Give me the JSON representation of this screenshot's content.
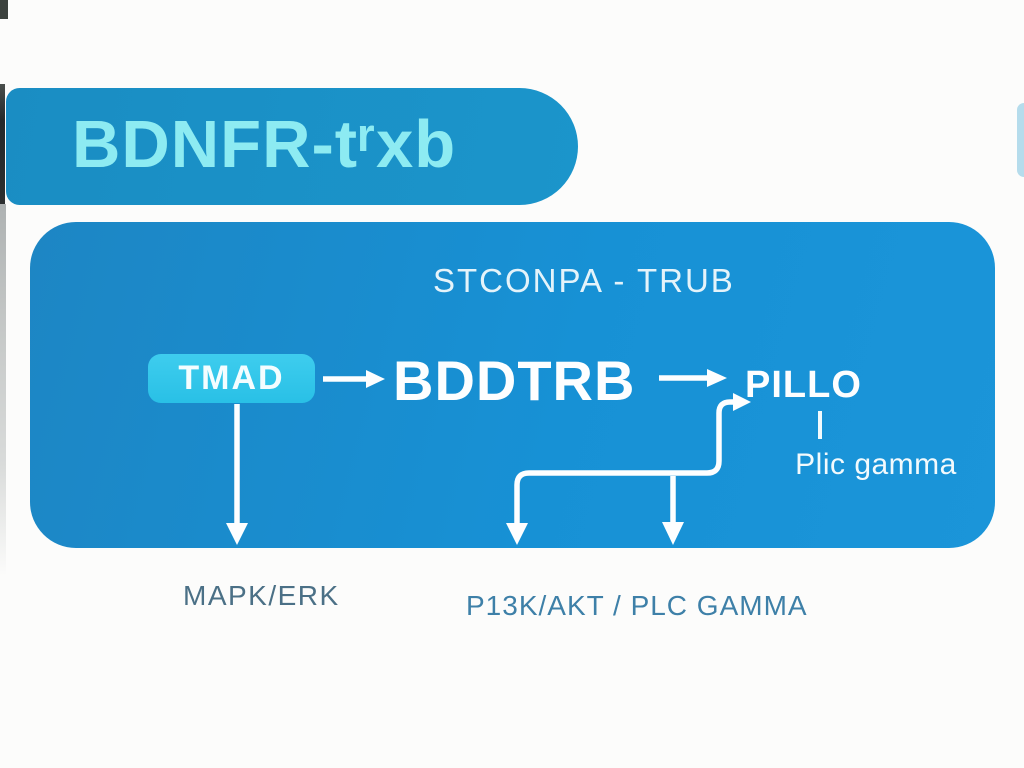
{
  "header": {
    "title": "BDNFR-tʳxb"
  },
  "diagram": {
    "title": "STCONPA - TRUB",
    "nodes": {
      "receptor": "TMAD",
      "main": "BDDTRB",
      "effector": "PILLO",
      "sub_effector": "Plic gamma"
    },
    "pathway_labels": {
      "left": "MAPK/ERK",
      "right": "P13K/AKT / PLC GAMMA"
    },
    "icons": {
      "arrow_right": "right-arrow-icon",
      "arrow_down": "down-arrow-icon",
      "arrow_elbow": "elbow-arrow-icon"
    },
    "colors": {
      "banner_blue": "#1b93c9",
      "panel_blue": "#1791d5",
      "node_cyan": "#2dc4e8",
      "header_text_cyan": "#8debf2",
      "arrow_white": "#fdfeff",
      "label_left": "#4b7086",
      "label_right": "#3e80a8"
    }
  }
}
